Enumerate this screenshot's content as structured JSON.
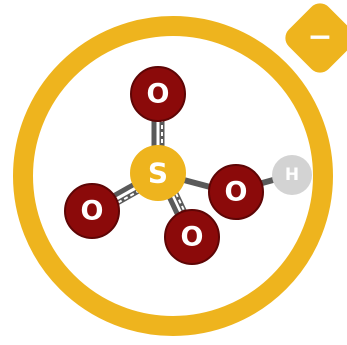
{
  "molecule": {
    "charge_label": "−",
    "atoms": {
      "sulfur": {
        "label": "S"
      },
      "oxygen_top": {
        "label": "O"
      },
      "oxygen_left": {
        "label": "O"
      },
      "oxygen_bottom": {
        "label": "O"
      },
      "oxygen_right": {
        "label": "O"
      },
      "hydrogen": {
        "label": "H"
      }
    }
  },
  "colors": {
    "ring": "#EEB41E",
    "sulfur": "#EEB41E",
    "oxygen": "#8B0A0A",
    "oxygen_rim": "#5E0505",
    "hydrogen": "#D3D3D3",
    "hydrogen_text": "#FFFFFF",
    "bond": "#5A5A5A",
    "bond_dash": "#FFFFFF",
    "background": "#FFFFFF"
  }
}
